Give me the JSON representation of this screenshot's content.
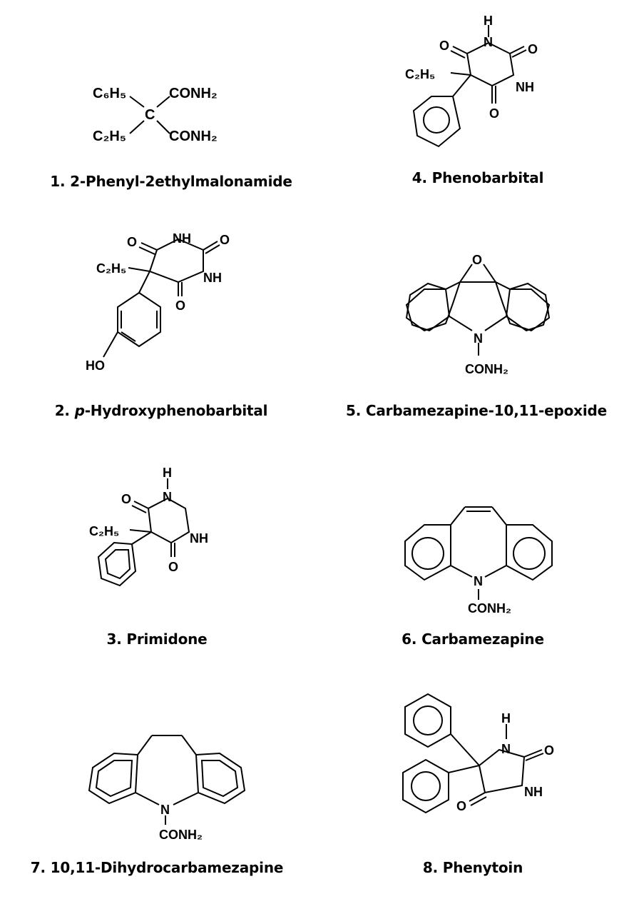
{
  "compounds": [
    {
      "number": "1.",
      "name": "2-Phenyl-2ethylmalonamide"
    },
    {
      "number": "2.",
      "prefix": "p",
      "name": "-Hydroxyphenobarbital"
    },
    {
      "number": "3.",
      "name": "Primidone"
    },
    {
      "number": "4.",
      "name": "Phenobarbital"
    },
    {
      "number": "5.",
      "name": "Carbamezapine-10,11-epoxide"
    },
    {
      "number": "6.",
      "name": "Carbamezapine"
    },
    {
      "number": "7.",
      "name": "10,11-Dihydrocarbamezapine"
    },
    {
      "number": "8.",
      "name": "Phenytoin"
    }
  ],
  "atoms": {
    "c6h5": "C₆H₅",
    "c2h5": "C₂H₅",
    "c2h5_alt": "C₂H₅",
    "c": "C",
    "conh2": "CONH₂",
    "o": "O",
    "n": "N",
    "h": "H",
    "nh": "NH",
    "ho": "HO"
  }
}
